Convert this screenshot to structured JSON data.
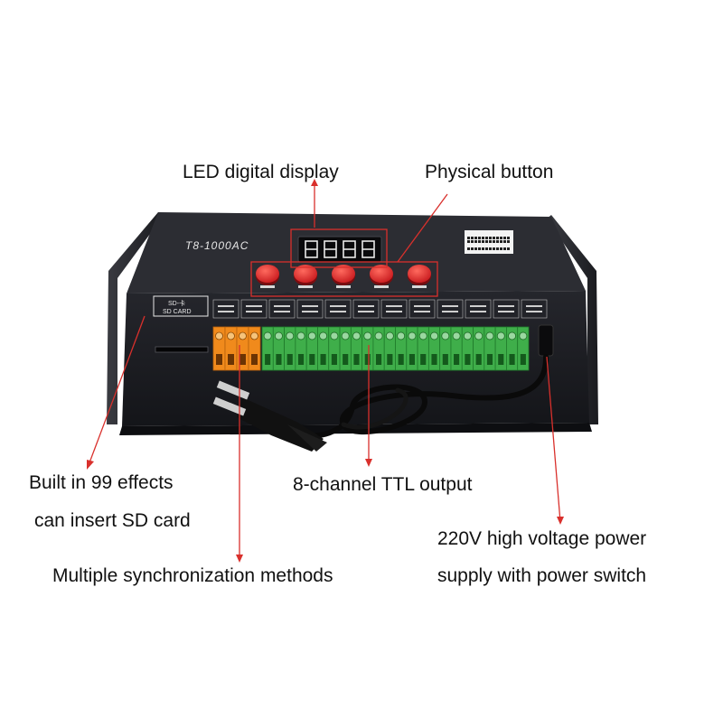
{
  "product": {
    "model_label": "T8-1000AC",
    "sd_slot_label_cn": "SD-卡",
    "sd_slot_label_en": "SD CARD",
    "display_digits": "8888",
    "button_count": 5,
    "terminal_count": 24
  },
  "callouts": {
    "led_display": "LED digital display",
    "physical_button": "Physical button",
    "effects_line1": "Built in 99 effects",
    "effects_line2": "can insert SD card",
    "ttl_output": "8-channel TTL output",
    "power_line1": "220V high voltage power",
    "power_line2": "supply with power switch",
    "sync_methods": "Multiple synchronization methods"
  },
  "colors": {
    "background": "#ffffff",
    "case_front": "#1c1d22",
    "case_top": "#2a2b31",
    "button_red": "#e0262a",
    "terminal_green": "#3fae4a",
    "terminal_orange": "#f08a1c",
    "callout_red": "#d9302c",
    "label_text": "#111111"
  }
}
